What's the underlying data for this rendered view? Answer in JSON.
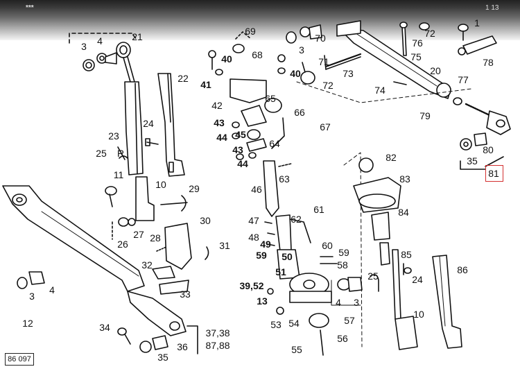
{
  "header_mark": "***",
  "page_number": "1 13",
  "drawing_code": "86 097",
  "highlight_color": "#d32f2f",
  "callouts": [
    {
      "id": "c-3a",
      "text": "3"
    },
    {
      "id": "c-4a",
      "text": "4"
    },
    {
      "id": "c-21",
      "text": "21"
    },
    {
      "id": "c-22",
      "text": "22"
    },
    {
      "id": "c-23",
      "text": "23"
    },
    {
      "id": "c-24a",
      "text": "24"
    },
    {
      "id": "c-25a",
      "text": "25"
    },
    {
      "id": "c-R1",
      "text": "R"
    },
    {
      "id": "c-11",
      "text": "11"
    },
    {
      "id": "c-10a",
      "text": "10"
    },
    {
      "id": "c-29",
      "text": "29"
    },
    {
      "id": "c-12",
      "text": "12"
    },
    {
      "id": "c-3b",
      "text": "3"
    },
    {
      "id": "c-4b",
      "text": "4"
    },
    {
      "id": "c-26",
      "text": "26"
    },
    {
      "id": "c-27",
      "text": "27"
    },
    {
      "id": "c-28",
      "text": "28"
    },
    {
      "id": "c-30",
      "text": "30"
    },
    {
      "id": "c-31",
      "text": "31"
    },
    {
      "id": "c-32",
      "text": "32"
    },
    {
      "id": "c-33",
      "text": "33"
    },
    {
      "id": "c-34",
      "text": "34"
    },
    {
      "id": "c-35a",
      "text": "35"
    },
    {
      "id": "c-36",
      "text": "36"
    },
    {
      "id": "c-3738",
      "text": "37,38"
    },
    {
      "id": "c-8788",
      "text": "87,88"
    },
    {
      "id": "c-69",
      "text": "69"
    },
    {
      "id": "c-68",
      "text": "68"
    },
    {
      "id": "c-40a",
      "text": "40"
    },
    {
      "id": "c-41",
      "text": "41"
    },
    {
      "id": "c-40b",
      "text": "40"
    },
    {
      "id": "c-3c",
      "text": "3"
    },
    {
      "id": "c-70",
      "text": "70"
    },
    {
      "id": "c-71",
      "text": "71"
    },
    {
      "id": "c-72a",
      "text": "72"
    },
    {
      "id": "c-73",
      "text": "73"
    },
    {
      "id": "c-72b",
      "text": "72"
    },
    {
      "id": "c-76",
      "text": "76"
    },
    {
      "id": "c-75",
      "text": "75"
    },
    {
      "id": "c-20",
      "text": "20"
    },
    {
      "id": "c-74",
      "text": "74"
    },
    {
      "id": "c-1",
      "text": "1"
    },
    {
      "id": "c-78",
      "text": "78"
    },
    {
      "id": "c-77",
      "text": "77"
    },
    {
      "id": "c-79",
      "text": "79"
    },
    {
      "id": "c-42",
      "text": "42"
    },
    {
      "id": "c-65",
      "text": "65"
    },
    {
      "id": "c-66",
      "text": "66"
    },
    {
      "id": "c-67",
      "text": "67"
    },
    {
      "id": "c-43a",
      "text": "43"
    },
    {
      "id": "c-44a",
      "text": "44"
    },
    {
      "id": "c-45",
      "text": "45"
    },
    {
      "id": "c-43b",
      "text": "43"
    },
    {
      "id": "c-64",
      "text": "64"
    },
    {
      "id": "c-44b",
      "text": "44"
    },
    {
      "id": "c-46",
      "text": "46"
    },
    {
      "id": "c-63",
      "text": "63"
    },
    {
      "id": "c-47",
      "text": "47"
    },
    {
      "id": "c-62",
      "text": "62"
    },
    {
      "id": "c-61",
      "text": "61"
    },
    {
      "id": "c-48",
      "text": "48"
    },
    {
      "id": "c-49",
      "text": "49"
    },
    {
      "id": "c-60",
      "text": "60"
    },
    {
      "id": "c-59a",
      "text": "59"
    },
    {
      "id": "c-59b",
      "text": "59"
    },
    {
      "id": "c-50",
      "text": "50"
    },
    {
      "id": "c-51",
      "text": "51"
    },
    {
      "id": "c-58",
      "text": "58"
    },
    {
      "id": "c-3952",
      "text": "39,52"
    },
    {
      "id": "c-13",
      "text": "13"
    },
    {
      "id": "c-53",
      "text": "53"
    },
    {
      "id": "c-54",
      "text": "54"
    },
    {
      "id": "c-4c",
      "text": "4"
    },
    {
      "id": "c-3d",
      "text": "3"
    },
    {
      "id": "c-57",
      "text": "57"
    },
    {
      "id": "c-56",
      "text": "56"
    },
    {
      "id": "c-55",
      "text": "55"
    },
    {
      "id": "c-82",
      "text": "82"
    },
    {
      "id": "c-83",
      "text": "83"
    },
    {
      "id": "c-84",
      "text": "84"
    },
    {
      "id": "c-85",
      "text": "85"
    },
    {
      "id": "c-25b",
      "text": "25"
    },
    {
      "id": "c-24b",
      "text": "24"
    },
    {
      "id": "c-86",
      "text": "86"
    },
    {
      "id": "c-10b",
      "text": "10"
    },
    {
      "id": "c-80",
      "text": "80"
    },
    {
      "id": "c-35b",
      "text": "35"
    },
    {
      "id": "c-81",
      "text": "81"
    }
  ]
}
